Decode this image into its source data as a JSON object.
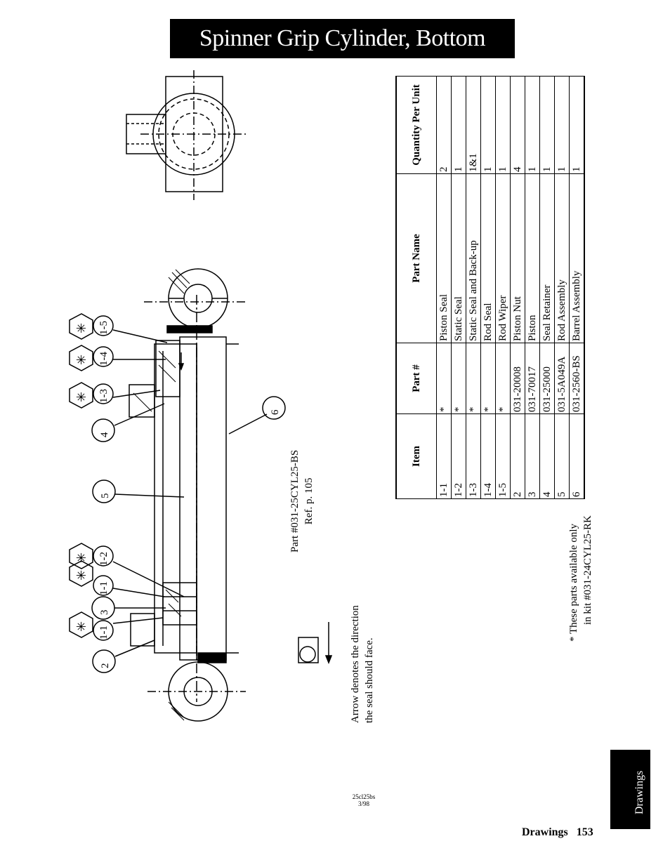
{
  "title": "Spinner Grip Cylinder, Bottom",
  "callouts": {
    "c2": "2",
    "c1_1a": "1-1",
    "c3": "3",
    "c1_1b": "1-1",
    "c1_2": "1-2",
    "c5": "5",
    "c4": "4",
    "c1_3": "1-3",
    "c1_4": "1-4",
    "c1_5": "1-5",
    "c6": "6",
    "star": "✳"
  },
  "part_ref": {
    "line1": "Part #031-25CYL25-BS",
    "line2": "Ref. p. 105"
  },
  "arrow_note": {
    "line1": "Arrow denotes the direction",
    "line2": "the seal should face."
  },
  "kit_note": {
    "line1": "* These parts available only",
    "line2": "in kit #031-24CYL25-RK"
  },
  "table": {
    "headers": [
      "Item",
      "Part #",
      "Part Name",
      "Quantity Per Unit"
    ],
    "rows": [
      [
        "1-1",
        "*",
        "Piston Seal",
        "2"
      ],
      [
        "1-2",
        "*",
        "Static Seal",
        "1"
      ],
      [
        "1-3",
        "*",
        "Static Seal and Back-up",
        "1&1"
      ],
      [
        "1-4",
        "*",
        "Rod Seal",
        "1"
      ],
      [
        "1-5",
        "*",
        "Rod Wiper",
        "1"
      ],
      [
        "2",
        "031-20008",
        "Piston Nut",
        "4"
      ],
      [
        "3",
        "031-70017",
        "Piston",
        "1"
      ],
      [
        "4",
        "031-25000",
        "Seal Retainer",
        "1"
      ],
      [
        "5",
        "031-5A049A",
        "Rod Assembly",
        "1"
      ],
      [
        "6",
        "031-2560-BS",
        "Barrel Assembly",
        "1"
      ]
    ]
  },
  "drawing_code": {
    "line1": "25cl25bs",
    "line2": "3/98"
  },
  "side_tab": "Drawings",
  "footer": {
    "section": "Drawings",
    "page": "153"
  }
}
